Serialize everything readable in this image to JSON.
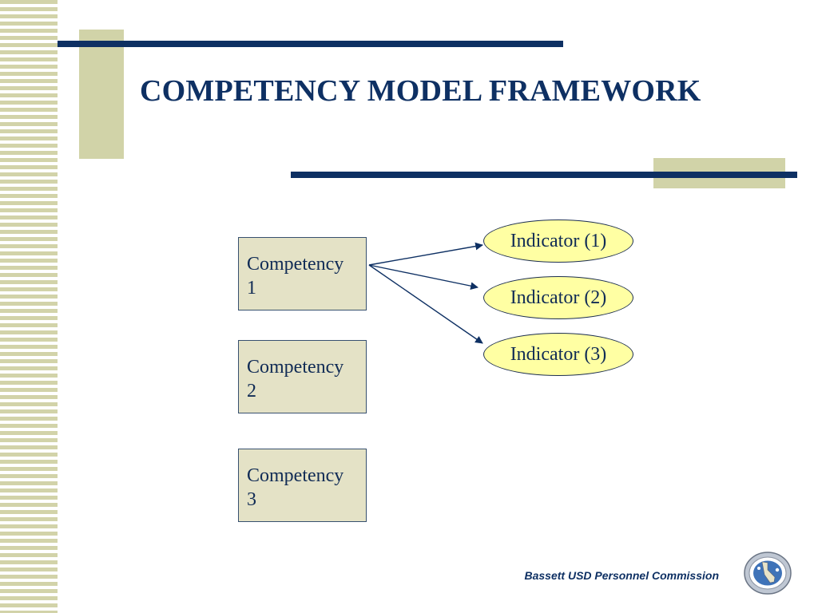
{
  "slide": {
    "title": "COMPETENCY MODEL FRAMEWORK",
    "footer": "Bassett USD Personnel Commission"
  },
  "competencies": [
    {
      "name": "Competency",
      "number": "1"
    },
    {
      "name": "Competency",
      "number": "2"
    },
    {
      "name": "Competency",
      "number": "3"
    }
  ],
  "indicators": [
    "Indicator (1)",
    "Indicator (2)",
    "Indicator (3)"
  ],
  "links": [
    {
      "from": 1,
      "to": 1
    },
    {
      "from": 1,
      "to": 2
    },
    {
      "from": 1,
      "to": 3
    }
  ],
  "colors": {
    "navy": "#0e3063",
    "olive": "#d1d3a8",
    "box_fill": "#e4e2c6",
    "ellipse_fill": "#ffffa3"
  },
  "icons": {
    "seal": "district-seal-icon"
  }
}
